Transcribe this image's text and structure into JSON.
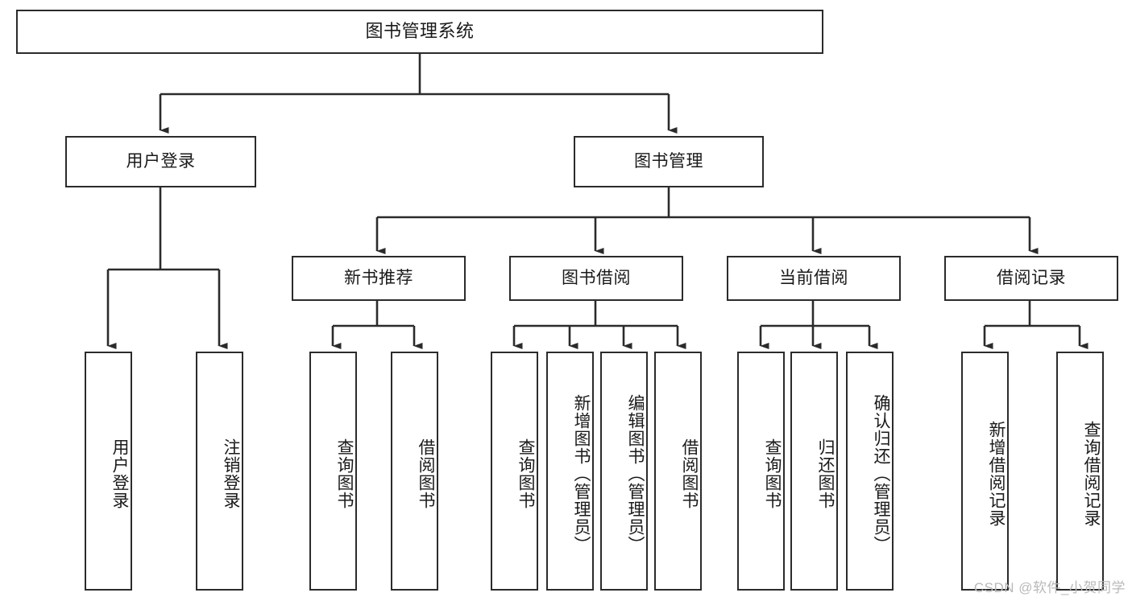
{
  "diagram": {
    "title": "图书管理系统",
    "type": "tree",
    "root": {
      "label": "图书管理系统"
    },
    "level2": [
      {
        "id": "user-login",
        "label": "用户登录"
      },
      {
        "id": "book-management",
        "label": "图书管理"
      }
    ],
    "level3": [
      {
        "id": "new-book-recommend",
        "label": "新书推荐"
      },
      {
        "id": "book-borrow",
        "label": "图书借阅"
      },
      {
        "id": "current-borrow",
        "label": "当前借阅"
      },
      {
        "id": "borrow-record",
        "label": "借阅记录"
      }
    ],
    "leaves": {
      "user_login": [
        {
          "id": "leaf-user-login",
          "label": "用户登录"
        },
        {
          "id": "leaf-logout-login",
          "label": "注销登录"
        }
      ],
      "new_book_recommend": [
        {
          "id": "leaf-query-book-1",
          "label": "查询图书"
        },
        {
          "id": "leaf-borrow-book-1",
          "label": "借阅图书"
        }
      ],
      "book_borrow": [
        {
          "id": "leaf-query-book-2",
          "label": "查询图书"
        },
        {
          "id": "leaf-add-book",
          "label": "新增图书（管理员）"
        },
        {
          "id": "leaf-edit-book",
          "label": "编辑图书（管理员）"
        },
        {
          "id": "leaf-borrow-book-2",
          "label": "借阅图书"
        }
      ],
      "current_borrow": [
        {
          "id": "leaf-query-book-3",
          "label": "查询图书"
        },
        {
          "id": "leaf-return-book",
          "label": "归还图书"
        },
        {
          "id": "leaf-confirm-return",
          "label": "确认归还（管理员）"
        }
      ],
      "borrow_record": [
        {
          "id": "leaf-add-borrow-record",
          "label": "新增借阅记录"
        },
        {
          "id": "leaf-query-borrow-record",
          "label": "查询借阅记录"
        }
      ]
    },
    "colors": {
      "border": "#2b2b2b",
      "text": "#1a1a1a",
      "background": "#ffffff",
      "watermark": "#b9b9b9"
    }
  },
  "watermark": {
    "text": "CSDN @软件_小贺同学"
  }
}
